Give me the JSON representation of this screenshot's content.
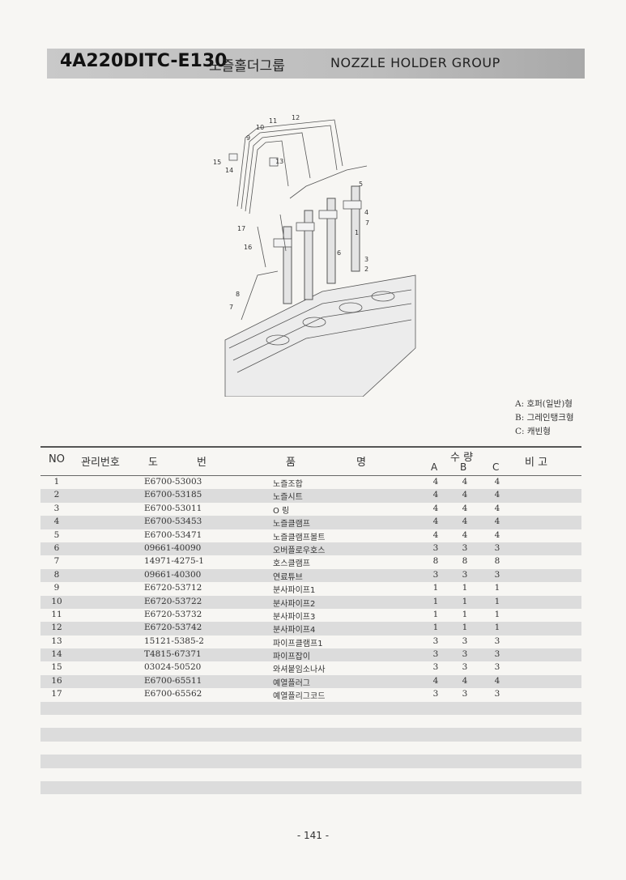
{
  "header": {
    "model": "4A220DITC-E130",
    "title_ko": "노즐홀더그룹",
    "title_en": "NOZZLE HOLDER GROUP"
  },
  "diagram_labels": [
    "1",
    "2",
    "3",
    "4",
    "5",
    "6",
    "7",
    "7",
    "8",
    "9",
    "10",
    "11",
    "12",
    "13",
    "14",
    "15",
    "16",
    "17"
  ],
  "legend": [
    "A: 호퍼(일반)형",
    "B: 그레인탱크형",
    "C: 캐빈형"
  ],
  "table": {
    "headers": {
      "no": "NO",
      "mgmt": "관리번호",
      "draw1": "도",
      "draw2": "번",
      "name1": "품",
      "name2": "명",
      "qty": "수  량",
      "a": "A",
      "b": "B",
      "c": "C",
      "remark": "비    고"
    },
    "rows": [
      {
        "no": "1",
        "drawing": "E6700-53003",
        "name": "노즐조합",
        "a": "4",
        "b": "4",
        "c": "4"
      },
      {
        "no": "2",
        "drawing": "E6700-53185",
        "name": "노즐시트",
        "a": "4",
        "b": "4",
        "c": "4"
      },
      {
        "no": "3",
        "drawing": "E6700-53011",
        "name": "O 링",
        "a": "4",
        "b": "4",
        "c": "4"
      },
      {
        "no": "4",
        "drawing": "E6700-53453",
        "name": "노즐클램프",
        "a": "4",
        "b": "4",
        "c": "4"
      },
      {
        "no": "5",
        "drawing": "E6700-53471",
        "name": "노즐클램프볼트",
        "a": "4",
        "b": "4",
        "c": "4"
      },
      {
        "no": "6",
        "drawing": "09661-40090",
        "name": "오버플로우호스",
        "a": "3",
        "b": "3",
        "c": "3"
      },
      {
        "no": "7",
        "drawing": "14971-4275-1",
        "name": "호스클램프",
        "a": "8",
        "b": "8",
        "c": "8"
      },
      {
        "no": "8",
        "drawing": "09661-40300",
        "name": "연료튜브",
        "a": "3",
        "b": "3",
        "c": "3"
      },
      {
        "no": "9",
        "drawing": "E6720-53712",
        "name": "분사파이프1",
        "a": "1",
        "b": "1",
        "c": "1"
      },
      {
        "no": "10",
        "drawing": "E6720-53722",
        "name": "분사파이프2",
        "a": "1",
        "b": "1",
        "c": "1"
      },
      {
        "no": "11",
        "drawing": "E6720-53732",
        "name": "분사파이프3",
        "a": "1",
        "b": "1",
        "c": "1"
      },
      {
        "no": "12",
        "drawing": "E6720-53742",
        "name": "분사파이프4",
        "a": "1",
        "b": "1",
        "c": "1"
      },
      {
        "no": "13",
        "drawing": "15121-5385-2",
        "name": "파이프클램프1",
        "a": "3",
        "b": "3",
        "c": "3"
      },
      {
        "no": "14",
        "drawing": "T4815-67371",
        "name": "파이프잡이",
        "a": "3",
        "b": "3",
        "c": "3"
      },
      {
        "no": "15",
        "drawing": "03024-50520",
        "name": "와셔붙임소나사",
        "a": "3",
        "b": "3",
        "c": "3"
      },
      {
        "no": "16",
        "drawing": "E6700-65511",
        "name": "예열플러그",
        "a": "4",
        "b": "4",
        "c": "4"
      },
      {
        "no": "17",
        "drawing": "E6700-65562",
        "name": "예열플리그코드",
        "a": "3",
        "b": "3",
        "c": "3"
      },
      {
        "no": "",
        "drawing": "",
        "name": "",
        "a": "",
        "b": "",
        "c": ""
      },
      {
        "no": "",
        "drawing": "",
        "name": "",
        "a": "",
        "b": "",
        "c": ""
      },
      {
        "no": "",
        "drawing": "",
        "name": "",
        "a": "",
        "b": "",
        "c": ""
      },
      {
        "no": "",
        "drawing": "",
        "name": "",
        "a": "",
        "b": "",
        "c": ""
      },
      {
        "no": "",
        "drawing": "",
        "name": "",
        "a": "",
        "b": "",
        "c": ""
      },
      {
        "no": "",
        "drawing": "",
        "name": "",
        "a": "",
        "b": "",
        "c": ""
      },
      {
        "no": "",
        "drawing": "",
        "name": "",
        "a": "",
        "b": "",
        "c": ""
      },
      {
        "no": "",
        "drawing": "",
        "name": "",
        "a": "",
        "b": "",
        "c": ""
      }
    ]
  },
  "footer": {
    "page_number": "- 141 -"
  }
}
